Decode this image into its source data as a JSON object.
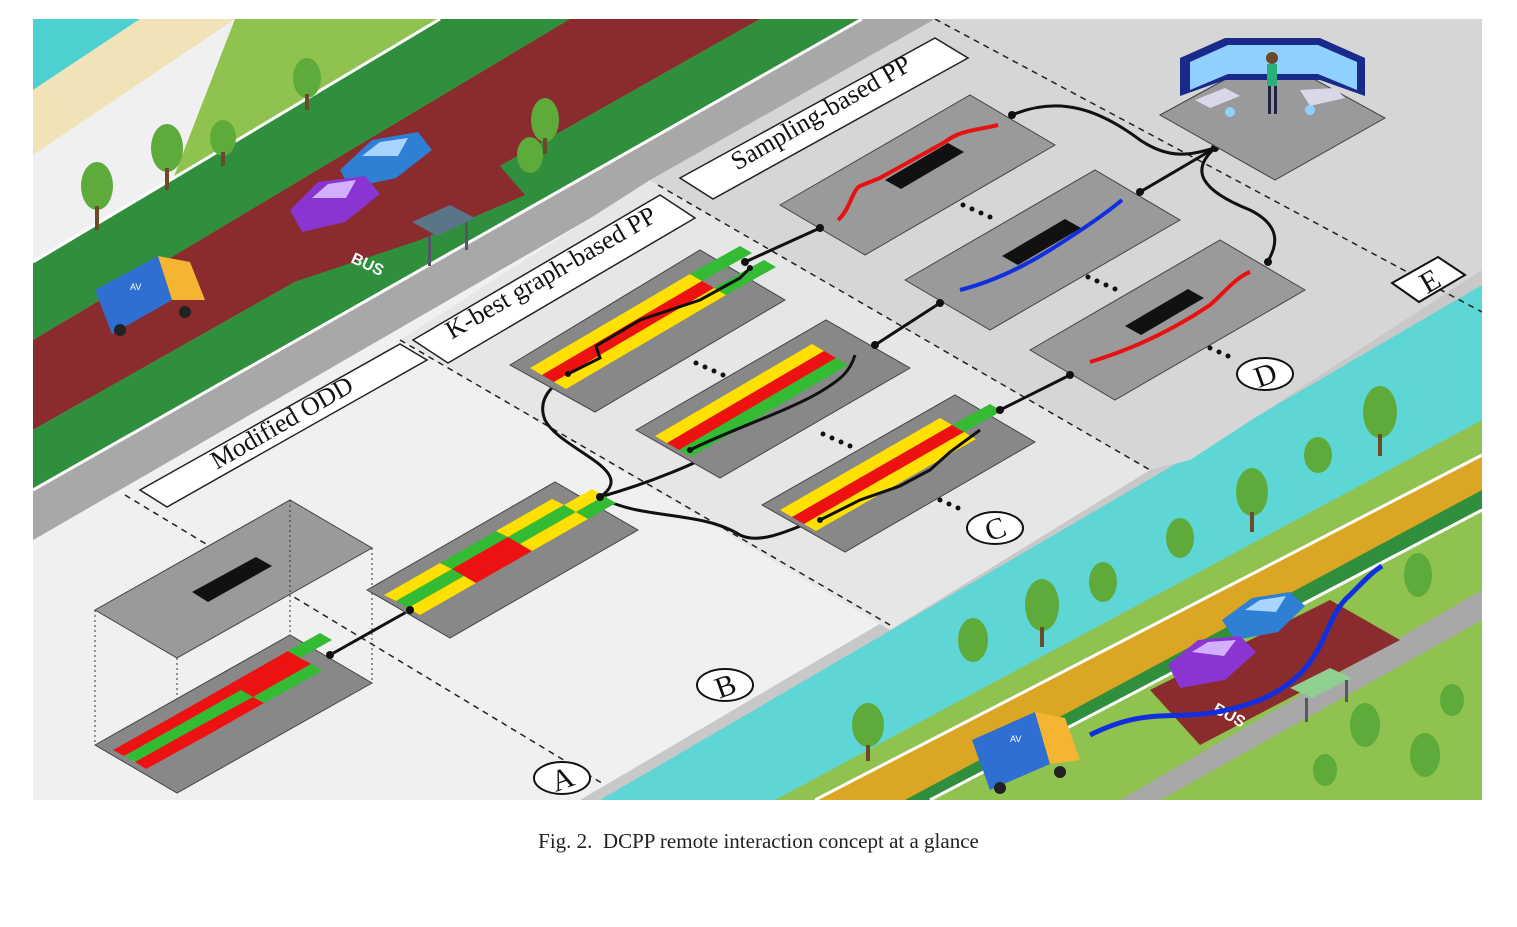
{
  "figure": {
    "labels": {
      "modified_odd": "Modified ODD",
      "kbest": "K-best graph-based PP",
      "sampling": "Sampling-based PP"
    },
    "sections": {
      "a": "A",
      "b": "B",
      "c": "C",
      "d": "D",
      "e": "E"
    },
    "road_text": {
      "bus_top": "BUS",
      "bus_bottom": "BUS",
      "truck_top": "AV",
      "truck_bottom": "AV"
    },
    "colors": {
      "sea": "#5fd6d6",
      "grass": "#8fc24e",
      "dark_green": "#2f8f3d",
      "road_red": "#8a2b2d",
      "road_orange": "#dba623",
      "occ_red": "#ee1111",
      "occ_yellow": "#ffe000",
      "occ_green": "#33bb33",
      "path_red": "#e81010",
      "path_blue": "#1030e0"
    }
  },
  "caption": {
    "prefix": "Fig. 2.",
    "text": "DCPP remote interaction concept at a glance"
  }
}
